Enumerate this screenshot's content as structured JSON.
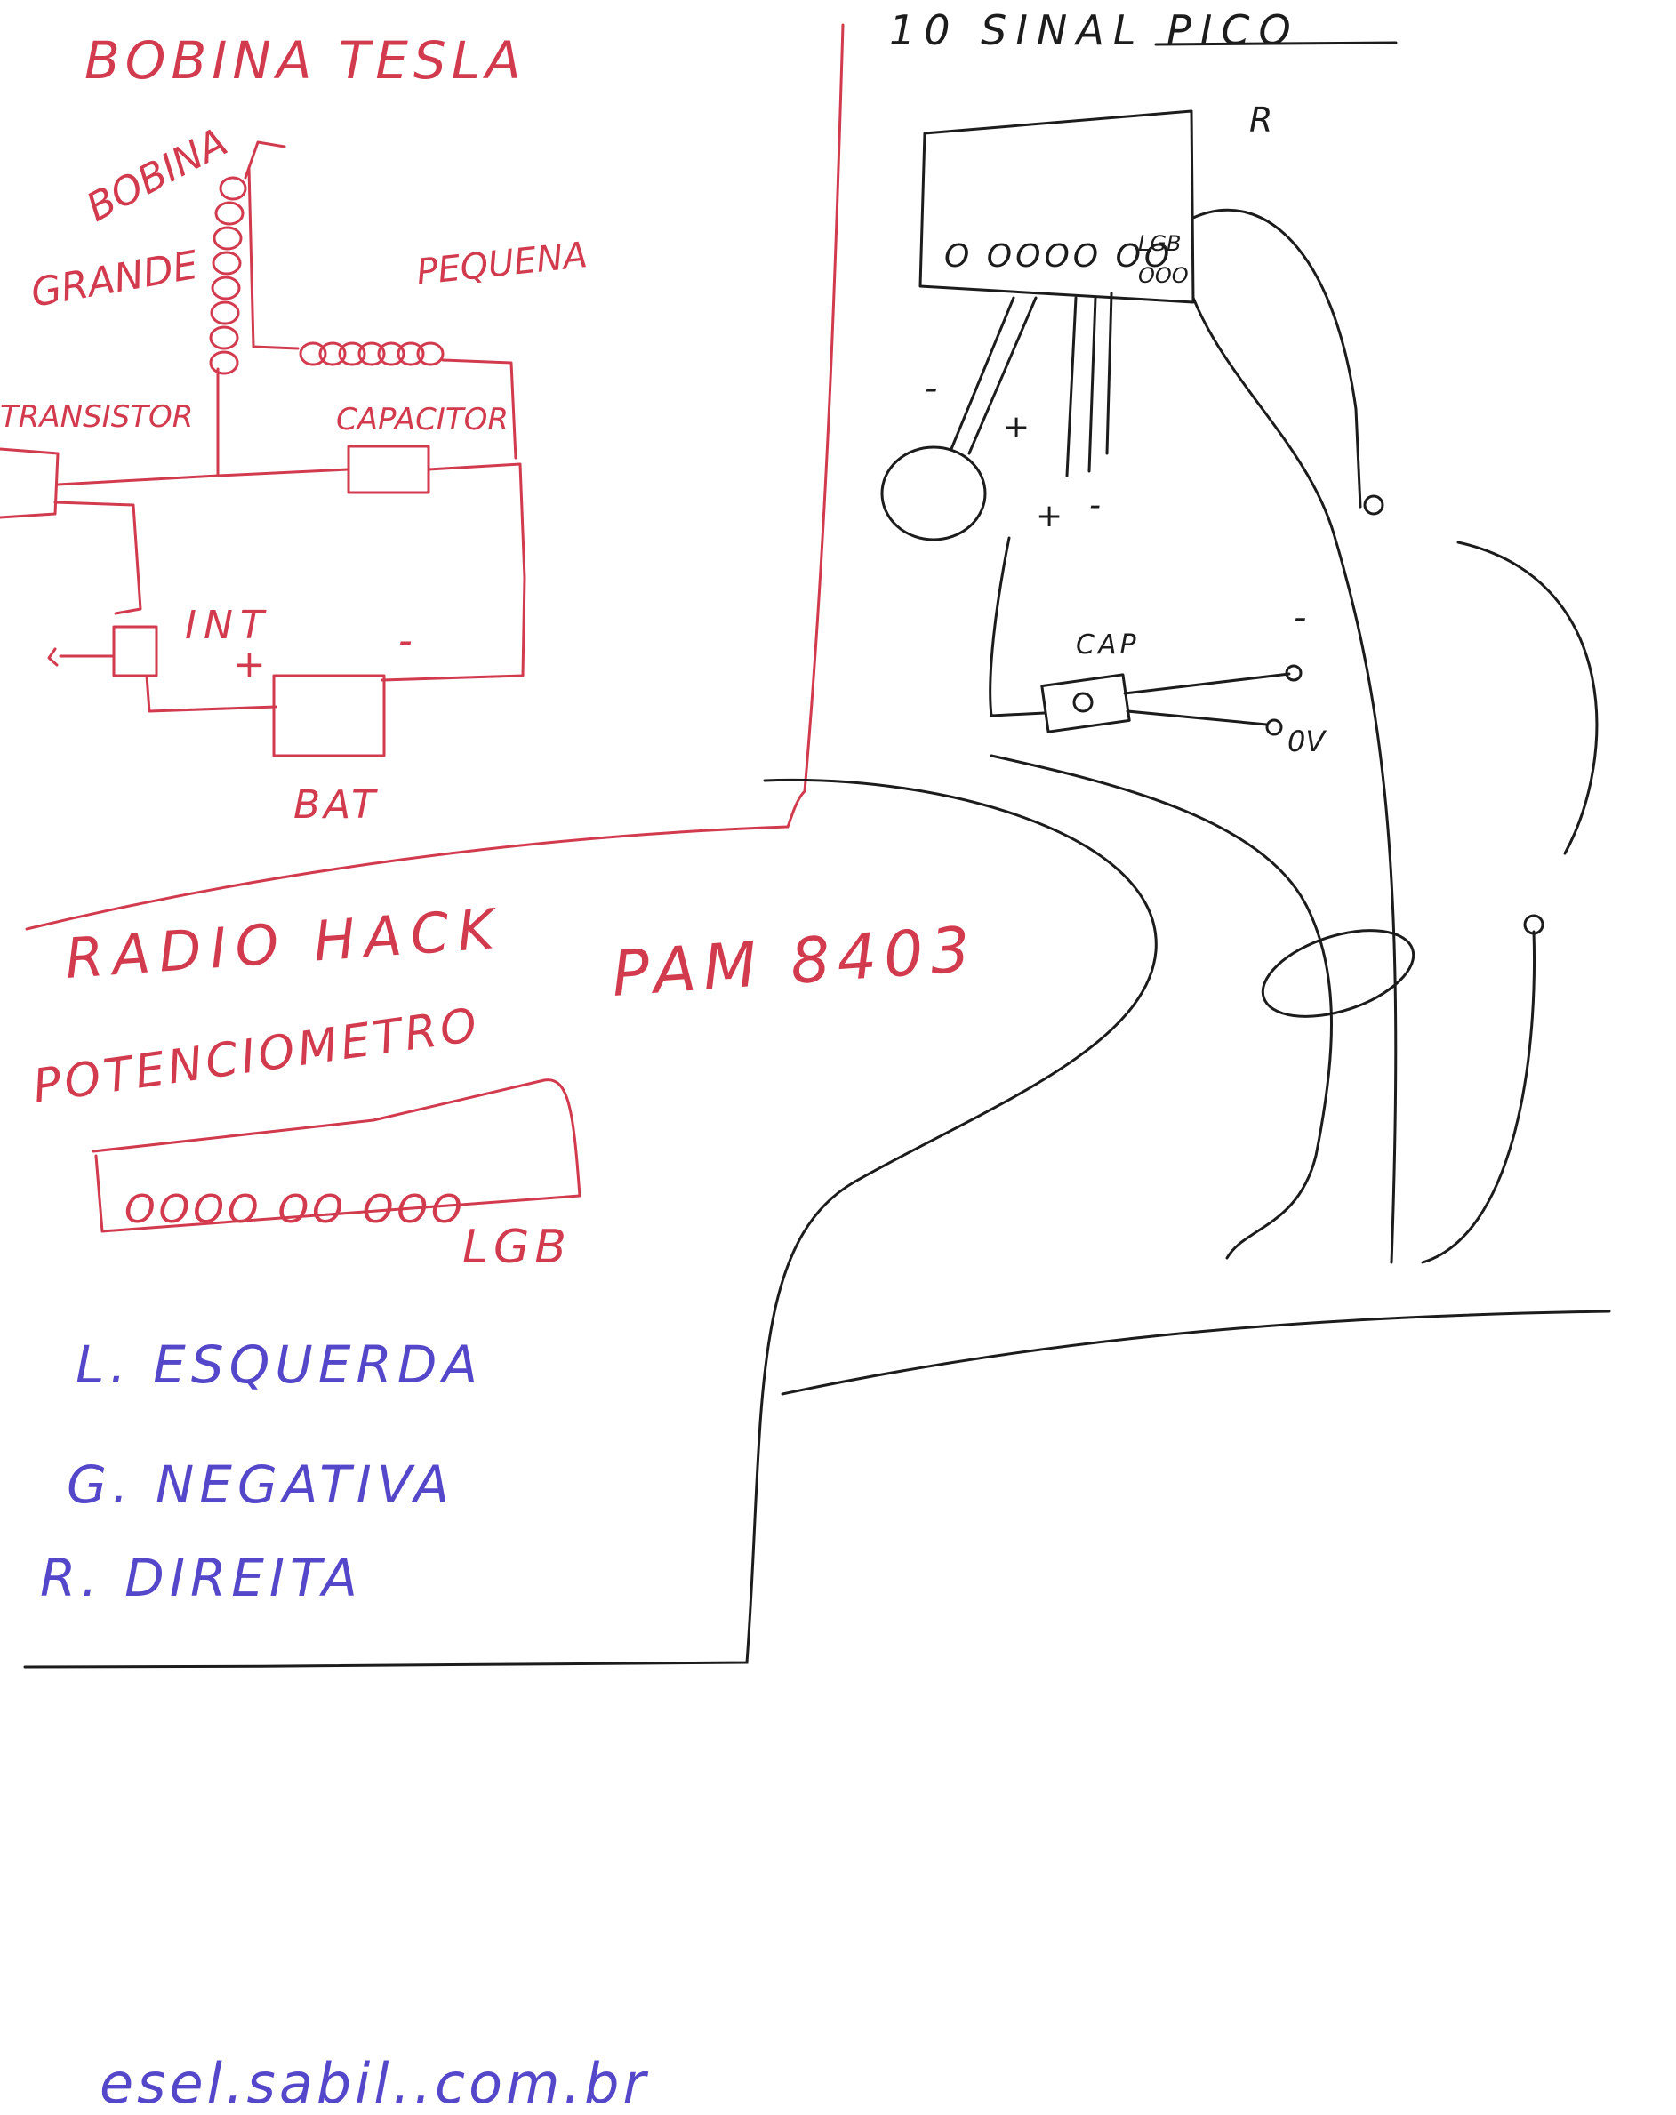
{
  "colors": {
    "paper": "#ffffff",
    "red_ink": "#d23a4e",
    "black_ink": "#1c1c1c",
    "blue_ink": "#5547c9"
  },
  "tesla": {
    "title": "BOBINA TESLA",
    "big_coil_label": "BOBINA",
    "big_coil_label2": "GRANDE",
    "small_coil_label": "PEQUENA",
    "transistor_label": "TRANSISTOR",
    "capacitor_label": "CAPACITOR",
    "switch_label": "INT",
    "plus": "+",
    "minus": "-",
    "battery_label": "BAT"
  },
  "pico": {
    "title": "10 SINAL PICO",
    "r_mark": "R",
    "pins": "O OOOO OO",
    "lgb_label": "LGB",
    "small_pins": "OOO",
    "minus1": "-",
    "plus1": "+",
    "plus2": "+",
    "minus2": "-",
    "cap_label": "CAP",
    "minus3": "-",
    "zero_v": "0V"
  },
  "radio": {
    "title": "RADIO HACK",
    "chip": "PAM 8403",
    "pot_label": "POTENCIOMETRO",
    "pins": "OOOO OO OOO",
    "lgb_label": "LGB"
  },
  "legend": {
    "l": "L. ESQUERDA",
    "g": "G. NEGATIVA",
    "r": "R. DIREITA"
  },
  "footer": {
    "site": "esel.sabil..com.br"
  }
}
